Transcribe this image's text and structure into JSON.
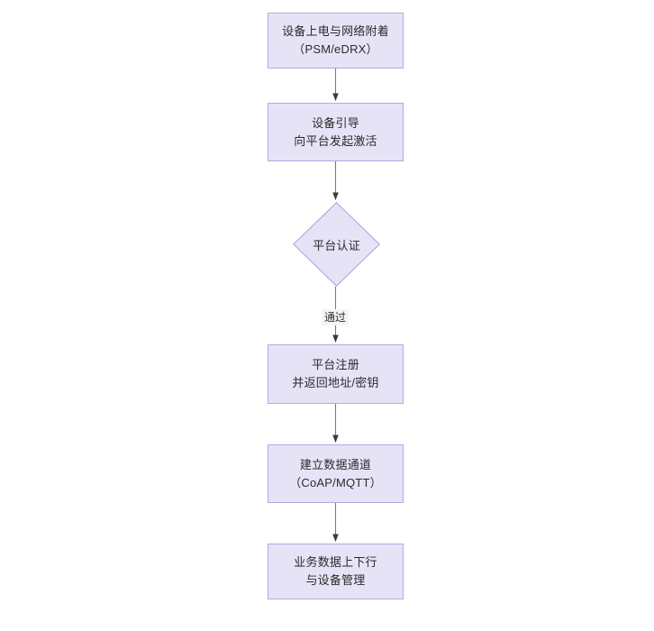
{
  "diagram": {
    "type": "flowchart",
    "orientation": "top-to-bottom",
    "background_color": "#ffffff",
    "node_fill_color": "#e6e3f7",
    "node_border_color": "#b9a7dd",
    "connector_color": "#7a7a7a",
    "arrowhead_color": "#3a3a3a",
    "text_color": "#2b2b2b",
    "nodes": [
      {
        "id": "n1",
        "shape": "rectangle",
        "lines": [
          "设备上电与网络附着",
          "（PSM/eDRX）"
        ]
      },
      {
        "id": "n2",
        "shape": "rectangle",
        "lines": [
          "设备引导",
          "向平台发起激活"
        ]
      },
      {
        "id": "n3",
        "shape": "diamond",
        "lines": [
          "平台认证"
        ]
      },
      {
        "id": "n4",
        "shape": "rectangle",
        "lines": [
          "平台注册",
          "并返回地址/密钥"
        ]
      },
      {
        "id": "n5",
        "shape": "rectangle",
        "lines": [
          "建立数据通道",
          "（CoAP/MQTT）"
        ]
      },
      {
        "id": "n6",
        "shape": "rectangle",
        "lines": [
          "业务数据上下行",
          "与设备管理"
        ]
      }
    ],
    "edges": [
      {
        "id": "e1",
        "from": "n1",
        "to": "n2",
        "label": ""
      },
      {
        "id": "e2",
        "from": "n2",
        "to": "n3",
        "label": ""
      },
      {
        "id": "e3",
        "from": "n3",
        "to": "n4",
        "label": "通过"
      },
      {
        "id": "e4",
        "from": "n4",
        "to": "n5",
        "label": ""
      },
      {
        "id": "e5",
        "from": "n5",
        "to": "n6",
        "label": ""
      }
    ]
  }
}
